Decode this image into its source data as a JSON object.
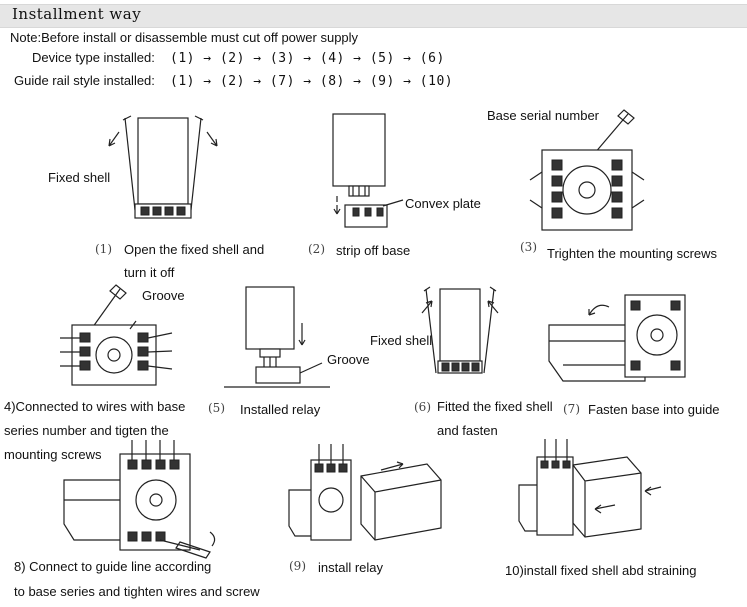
{
  "header": {
    "title": "Installment way"
  },
  "note": "Note:Before install or disassemble must cut off power supply",
  "device_type": {
    "label": "Device type installed:",
    "sequence": "(1) → (2) → (3) → (4) → (5) → (6)"
  },
  "guide_rail": {
    "label": "Guide rail style installed:",
    "sequence": "(1) → (2) → (7) → (8) → (9) → (10)"
  },
  "steps": [
    {
      "num": "(1)",
      "line1": "Open the fixed shell and",
      "line2": "turn it off",
      "callout": "Fixed shell"
    },
    {
      "num": "(2)",
      "line1": "strip off base",
      "callout": "Convex plate"
    },
    {
      "num": "(3)",
      "line1": "Trighten the mounting screws",
      "callout": "Base serial number"
    },
    {
      "line1": "4)Connected to wires with base",
      "line2": "series number and tigten the",
      "line3": "mounting screws",
      "callout": "Groove"
    },
    {
      "num": "(5)",
      "line1": "Installed relay",
      "callout": "Groove"
    },
    {
      "num": "(6)",
      "line1": "Fitted the fixed shell",
      "line2": "and fasten",
      "callout": "Fixed shell"
    },
    {
      "num": "(7)",
      "line1": "Fasten base into guide"
    },
    {
      "line1": "8) Connect to guide line according",
      "line2": "to base series and tighten wires and screw"
    },
    {
      "num": "(9)",
      "line1": "install relay"
    },
    {
      "line1": "10)install fixed shell abd straining"
    }
  ]
}
